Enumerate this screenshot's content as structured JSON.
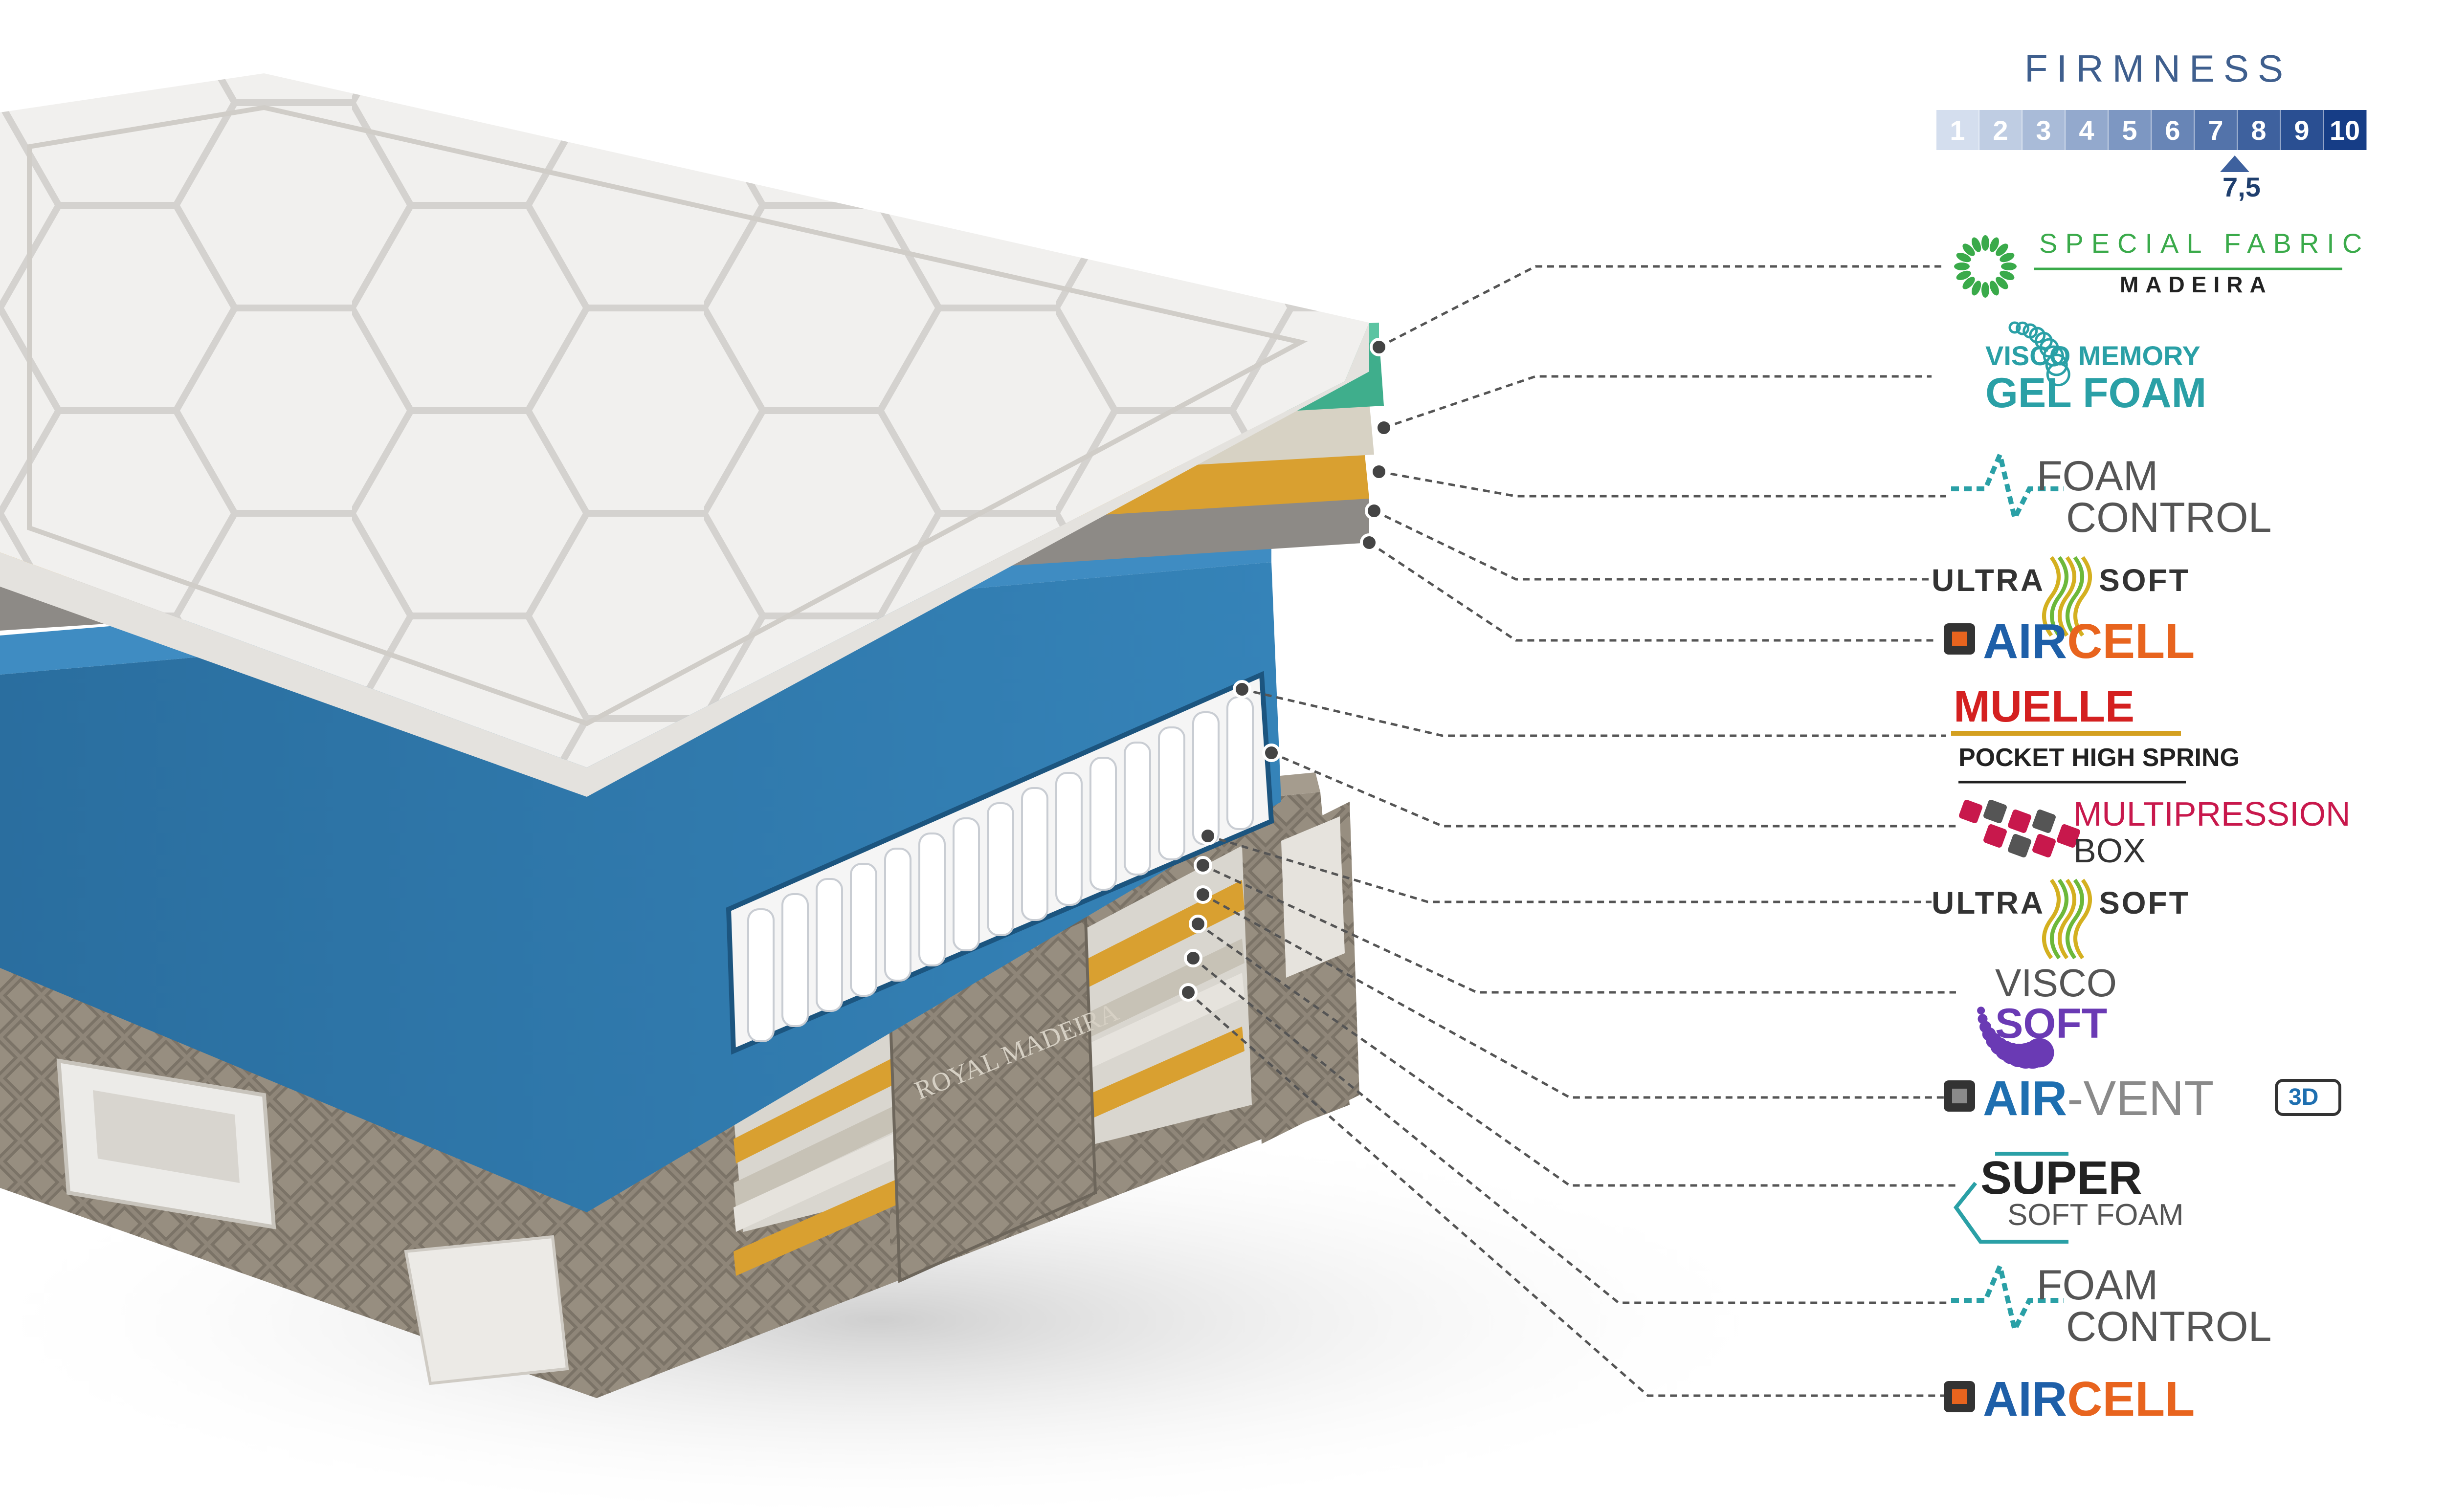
{
  "firmness": {
    "title": "FIRMNESS",
    "scale": [
      "1",
      "2",
      "3",
      "4",
      "5",
      "6",
      "7",
      "8",
      "9",
      "10"
    ],
    "value": "7,5",
    "colors": [
      "#d4deee",
      "#bfcde3",
      "#a9bbd8",
      "#93a9cd",
      "#7d97c2",
      "#6885b6",
      "#5373aa",
      "#3e619e",
      "#2a4f92",
      "#163d86"
    ]
  },
  "features": {
    "special_fabric": {
      "line1": "SPECIAL FABRIC",
      "line2": "MADEIRA"
    },
    "visco_memory": {
      "line1": "VISCO MEMORY",
      "line2": "GEL FOAM"
    },
    "foam_control_1": {
      "line1": "FOAM",
      "line2": "CONTROL"
    },
    "ultrasoft_1": {
      "part1": "ULTRA",
      "part2": "SOFT"
    },
    "aircell_1": {
      "part1": "AIR",
      "part2": "CELL"
    },
    "muelle": {
      "line1": "MUELLE",
      "line2": "POCKET HIGH SPRING"
    },
    "multipression": {
      "line1": "MULTIPRESSION",
      "line2": "BOX"
    },
    "ultrasoft_2": {
      "part1": "ULTRA",
      "part2": "SOFT"
    },
    "visco_soft": {
      "line1": "VISCO",
      "line2": "SOFT"
    },
    "air_vent": {
      "part1": "AIR",
      "part2": "-VENT",
      "badge": "3D"
    },
    "super_soft": {
      "line1": "SUPER",
      "line2": "SOFT FOAM"
    },
    "foam_control_2": {
      "line1": "FOAM",
      "line2": "CONTROL"
    },
    "aircell_2": {
      "part1": "AIR",
      "part2": "CELL"
    }
  },
  "colors": {
    "aircell_blue": "#1e5fa8",
    "aircell_orange": "#e8641e",
    "airvent_blue": "#1e6fb0",
    "airvent_grey": "#8a8a8a",
    "gel_green": "#3fae8c",
    "core_blue": "#2f79ad",
    "gold": "#d9a030",
    "quilt_brown": "#8a8174"
  },
  "icons": [
    "leaf-burst-icon",
    "bubble-arc-icon",
    "wave-pulse-icon",
    "wave-stripes-icon",
    "square-badge-icon",
    "cube-cluster-icon",
    "dot-arc-icon",
    "hexagon-outline-icon"
  ]
}
